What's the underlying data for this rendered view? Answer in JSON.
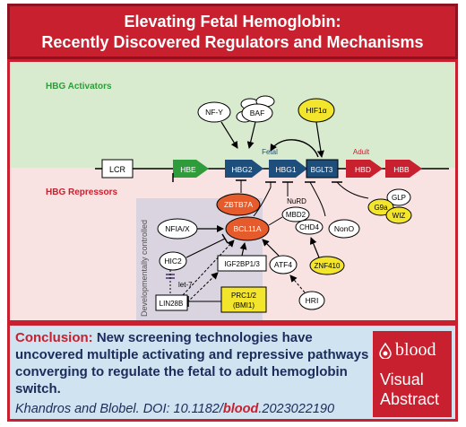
{
  "title": {
    "line1": "Elevating Fetal Hemoglobin:",
    "line2": "Recently Discovered Regulators and Mechanisms"
  },
  "diagram": {
    "activators_label": "HBG Activators",
    "repressors_label": "HBG Repressors",
    "dev_label": "Developmentally controlled",
    "fetal_label": "Fetal",
    "adult_label": "Adult",
    "genes": {
      "lcr": "LCR",
      "hbe": "HBE",
      "hbg2": "HBG2",
      "hbg1": "HBG1",
      "bglt3": "BGLT3",
      "hbd": "HBD",
      "hbb": "HBB"
    },
    "factors": {
      "nfy": "NF-Y",
      "baf": "BAF",
      "hif1a": "HIF1α",
      "zbtb7a": "ZBTB7A",
      "nurd": "NuRD",
      "mbd2": "MBD2",
      "chd4": "CHD4",
      "nono": "NonO",
      "glp": "GLP",
      "g9a": "G9a",
      "wiz": "WIZ",
      "nfia": "NFIA/X",
      "bcl11a": "BCL11A",
      "hic2": "HIC2",
      "igf2bp": "IGF2BP1/3",
      "atf4": "ATF4",
      "znf410": "ZNF410",
      "let7": "let-7",
      "lin28b": "LIN28B",
      "prc_line1": "PRC1/2",
      "prc_line2": "(BMI1)",
      "hri": "HRI"
    },
    "colors": {
      "activator_bg": "#d9ebcf",
      "repressor_bg": "#f9e2e2",
      "dev_bg": "#d9d4df",
      "gene_green": "#2e9c3a",
      "gene_blue": "#1d4e7c",
      "gene_red": "#c8202f",
      "factor_orange": "#e55b2b",
      "factor_yellow": "#f2e52b"
    }
  },
  "conclusion": {
    "label": "Conclusion:",
    "text": "New screening technologies have uncovered multiple activating and repressive pathways converging to regulate the fetal to adult hemoglobin switch."
  },
  "citation": {
    "authors": "Khandros and Blobel.",
    "doi_prefix": "DOI: 10.1182/",
    "journal": "blood",
    "doi_suffix": ".2023022190"
  },
  "badge": {
    "brand": "blood",
    "line1": "Visual",
    "line2": "Abstract"
  }
}
